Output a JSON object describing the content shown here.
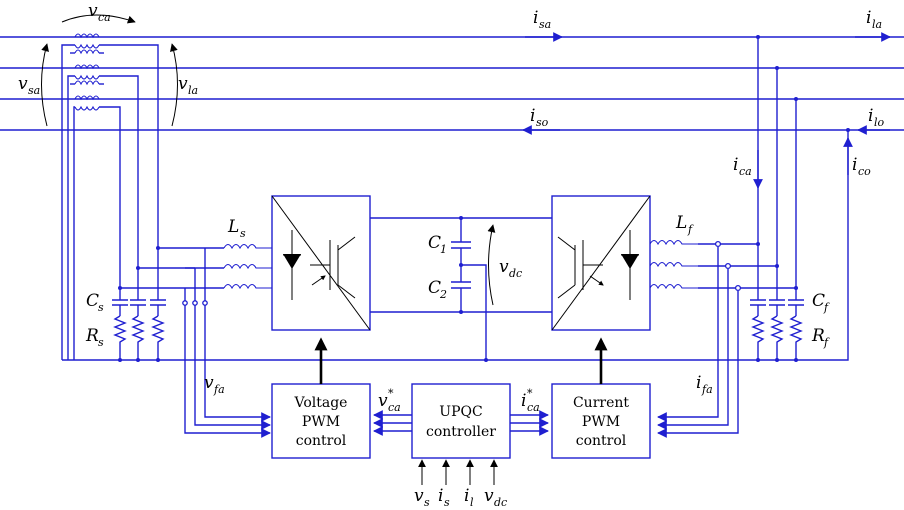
{
  "labels": {
    "v_ca": {
      "main": "v",
      "sub": "ca"
    },
    "v_sa": {
      "main": "v",
      "sub": "sa"
    },
    "v_la": {
      "main": "v",
      "sub": "la"
    },
    "i_sa": {
      "main": "i",
      "sub": "sa"
    },
    "i_la": {
      "main": "i",
      "sub": "la"
    },
    "i_so": {
      "main": "i",
      "sub": "so"
    },
    "i_lo": {
      "main": "i",
      "sub": "lo"
    },
    "i_ca": {
      "main": "i",
      "sub": "ca"
    },
    "i_co": {
      "main": "i",
      "sub": "co"
    },
    "L_s": {
      "main": "L",
      "sub": "s"
    },
    "L_f": {
      "main": "L",
      "sub": "f"
    },
    "C_s": {
      "main": "C",
      "sub": "s"
    },
    "R_s": {
      "main": "R",
      "sub": "s"
    },
    "C_f": {
      "main": "C",
      "sub": "f"
    },
    "R_f": {
      "main": "R",
      "sub": "f"
    },
    "C_1": {
      "main": "C",
      "sub": "1"
    },
    "C_2": {
      "main": "C",
      "sub": "2"
    },
    "v_dc": {
      "main": "v",
      "sub": "dc"
    },
    "v_fa": {
      "main": "v",
      "sub": "fa"
    },
    "i_fa": {
      "main": "i",
      "sub": "fa"
    },
    "v_ca_ref": {
      "main": "v",
      "sub": "ca",
      "sup": "*"
    },
    "i_ca_ref": {
      "main": "i",
      "sub": "ca",
      "sup": "*"
    },
    "in_vs": {
      "main": "v",
      "sub": "s"
    },
    "in_is": {
      "main": "i",
      "sub": "s"
    },
    "in_il": {
      "main": "i",
      "sub": "l"
    },
    "in_vdc": {
      "main": "v",
      "sub": "dc"
    }
  },
  "blocks": {
    "voltage_pwm": [
      "Voltage",
      "PWM",
      "control"
    ],
    "upqc": [
      "UPQC",
      "controller"
    ],
    "current_pwm": [
      "Current",
      "PWM",
      "control"
    ]
  },
  "colors": {
    "wire": "#1f1fd0",
    "text": "#000000"
  }
}
